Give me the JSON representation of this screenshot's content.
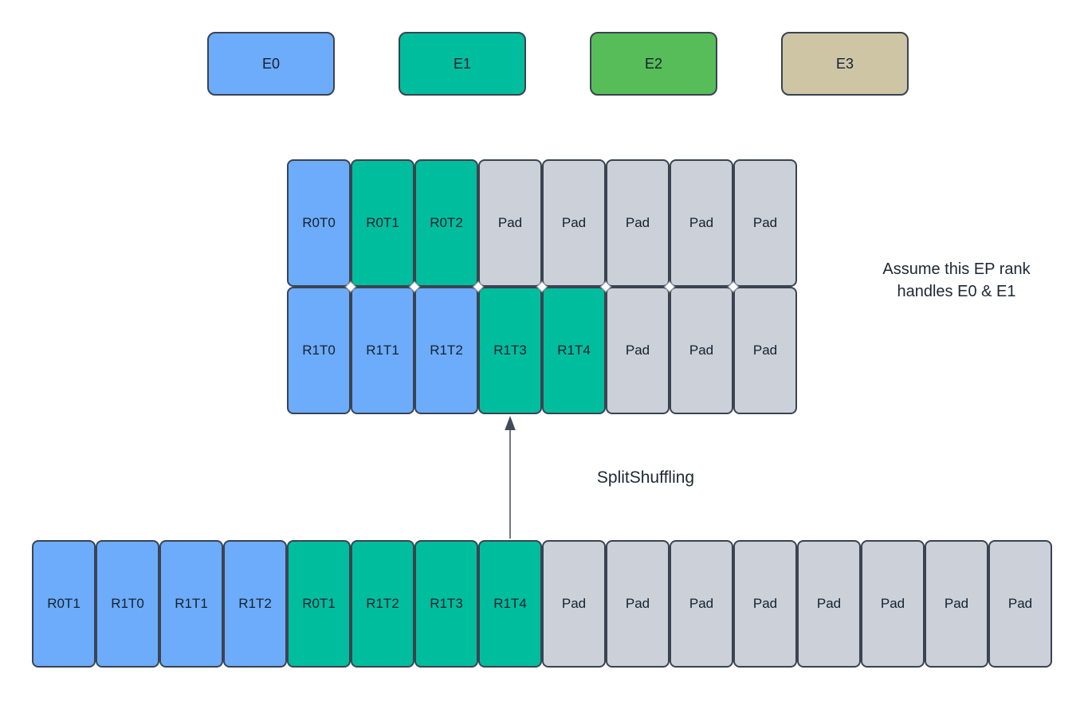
{
  "colors": {
    "blue": "#6cacfa",
    "teal": "#00bd9e",
    "green": "#56bd58",
    "tan": "#cec5a5",
    "pad": "#cbd0d9",
    "border": "#3b4351",
    "text": "#17202e",
    "arrow_stroke": "#4e5866",
    "background": "#ffffff"
  },
  "legend": {
    "items": [
      {
        "label": "E0",
        "color": "blue"
      },
      {
        "label": "E1",
        "color": "teal"
      },
      {
        "label": "E2",
        "color": "green"
      },
      {
        "label": "E3",
        "color": "tan"
      }
    ]
  },
  "grid": {
    "rows": [
      [
        {
          "label": "R0T0",
          "color": "blue"
        },
        {
          "label": "R0T1",
          "color": "teal"
        },
        {
          "label": "R0T2",
          "color": "teal"
        },
        {
          "label": "Pad",
          "color": "pad"
        },
        {
          "label": "Pad",
          "color": "pad"
        },
        {
          "label": "Pad",
          "color": "pad"
        },
        {
          "label": "Pad",
          "color": "pad"
        },
        {
          "label": "Pad",
          "color": "pad"
        }
      ],
      [
        {
          "label": "R1T0",
          "color": "blue"
        },
        {
          "label": "R1T1",
          "color": "blue"
        },
        {
          "label": "R1T2",
          "color": "blue"
        },
        {
          "label": "R1T3",
          "color": "teal"
        },
        {
          "label": "R1T4",
          "color": "teal"
        },
        {
          "label": "Pad",
          "color": "pad"
        },
        {
          "label": "Pad",
          "color": "pad"
        },
        {
          "label": "Pad",
          "color": "pad"
        }
      ]
    ]
  },
  "bottom_row": {
    "cells": [
      {
        "label": "R0T1",
        "color": "blue"
      },
      {
        "label": "R1T0",
        "color": "blue"
      },
      {
        "label": "R1T1",
        "color": "blue"
      },
      {
        "label": "R1T2",
        "color": "blue"
      },
      {
        "label": "R0T1",
        "color": "teal"
      },
      {
        "label": "R1T2",
        "color": "teal"
      },
      {
        "label": "R1T3",
        "color": "teal"
      },
      {
        "label": "R1T4",
        "color": "teal"
      },
      {
        "label": "Pad",
        "color": "pad"
      },
      {
        "label": "Pad",
        "color": "pad"
      },
      {
        "label": "Pad",
        "color": "pad"
      },
      {
        "label": "Pad",
        "color": "pad"
      },
      {
        "label": "Pad",
        "color": "pad"
      },
      {
        "label": "Pad",
        "color": "pad"
      },
      {
        "label": "Pad",
        "color": "pad"
      },
      {
        "label": "Pad",
        "color": "pad"
      }
    ]
  },
  "arrow": {
    "label": "SplitShuffling"
  },
  "annotation": {
    "line1": "Assume this EP rank",
    "line2": "handles E0 & E1"
  }
}
